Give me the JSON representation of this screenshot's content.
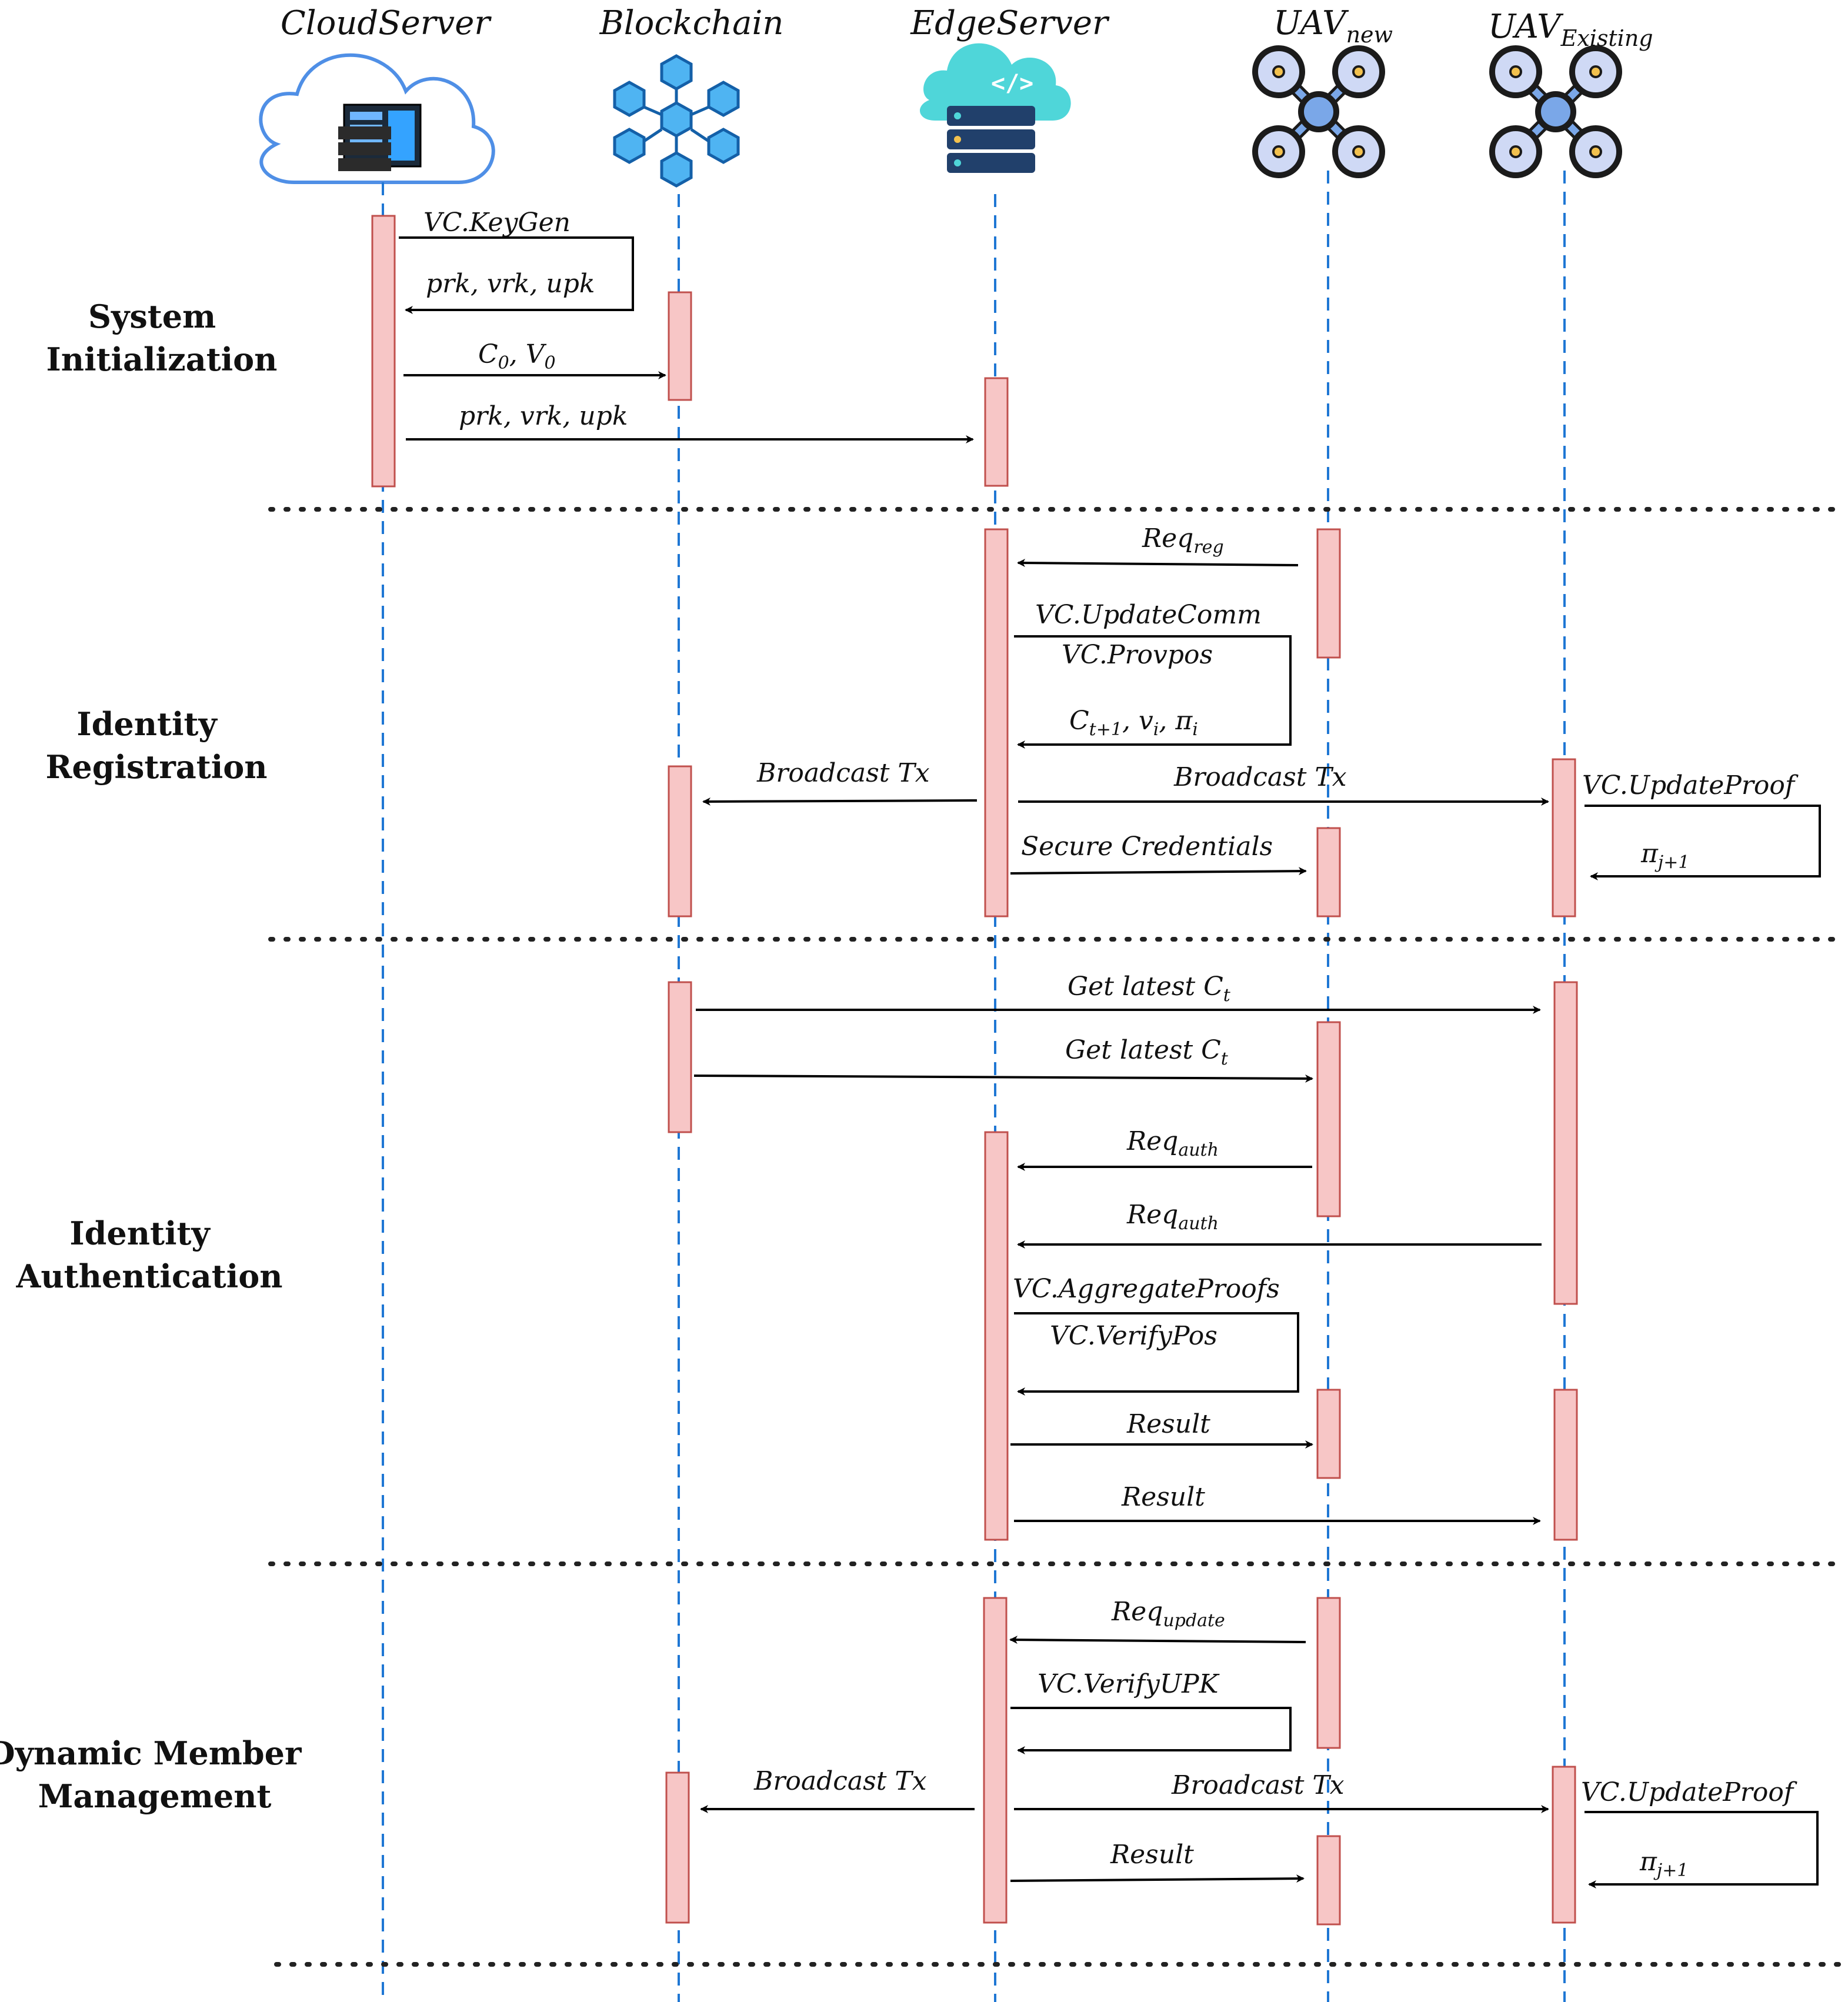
{
  "actors": [
    {
      "key": "cloud",
      "label": "CloudServer",
      "sub": "",
      "icon": "cloud-server-icon"
    },
    {
      "key": "chain",
      "label": "Blockchain",
      "sub": "",
      "icon": "blockchain-icon"
    },
    {
      "key": "edge",
      "label": "EdgeServer",
      "sub": "",
      "icon": "edge-server-icon"
    },
    {
      "key": "uavnew",
      "label": "UAV",
      "sub": "new",
      "icon": "drone-icon"
    },
    {
      "key": "uavexist",
      "label": "UAV",
      "sub": "Existing",
      "icon": "drone-icon"
    }
  ],
  "phases": [
    {
      "lines": [
        "System",
        "Initialization"
      ]
    },
    {
      "lines": [
        "Identity",
        "Registration"
      ]
    },
    {
      "lines": [
        "Identity",
        "Authentication"
      ]
    },
    {
      "lines": [
        "Dynamic Member",
        "Management"
      ]
    }
  ],
  "messages": [
    {
      "main": "VC.KeyGen",
      "sub": ""
    },
    {
      "main": "prk, vrk, upk",
      "sub": ""
    },
    {
      "main": "C",
      "sub": "0",
      "rest": ", V",
      "sub2": "0"
    },
    {
      "main": "prk, vrk, upk",
      "sub": ""
    },
    {
      "main": "Req",
      "sub": "reg"
    },
    {
      "main": "VC.UpdateComm",
      "sub": ""
    },
    {
      "main": "VC.Provpos",
      "sub": ""
    },
    {
      "main": "C",
      "sub": "t+1",
      "rest": ", v",
      "sub2": "i",
      "rest2": ", π",
      "sub3": "i"
    },
    {
      "main": "Broadcast Tx",
      "sub": ""
    },
    {
      "main": "Broadcast Tx",
      "sub": ""
    },
    {
      "main": "VC.UpdateProof",
      "sub": ""
    },
    {
      "main": "π",
      "sub": "j+1"
    },
    {
      "main": "Secure Credentials",
      "sub": ""
    },
    {
      "main": "Get latest C",
      "sub": "t"
    },
    {
      "main": "Get latest C",
      "sub": "t"
    },
    {
      "main": "Req",
      "sub": "auth"
    },
    {
      "main": "Req",
      "sub": "auth"
    },
    {
      "main": "VC.AggregateProofs",
      "sub": ""
    },
    {
      "main": "VC.VerifyPos",
      "sub": ""
    },
    {
      "main": "Result",
      "sub": ""
    },
    {
      "main": "Result",
      "sub": ""
    },
    {
      "main": "Req",
      "sub": "update"
    },
    {
      "main": "VC.VerifyUPK",
      "sub": ""
    },
    {
      "main": "Broadcast Tx",
      "sub": ""
    },
    {
      "main": "Broadcast Tx",
      "sub": ""
    },
    {
      "main": "VC.UpdateProof",
      "sub": ""
    },
    {
      "main": "π",
      "sub": "j+1"
    },
    {
      "main": "Result",
      "sub": ""
    }
  ],
  "colors": {
    "lifeline": "#1f77d4",
    "activation_fill": "#f7c6c6",
    "activation_stroke": "#c0504d"
  }
}
